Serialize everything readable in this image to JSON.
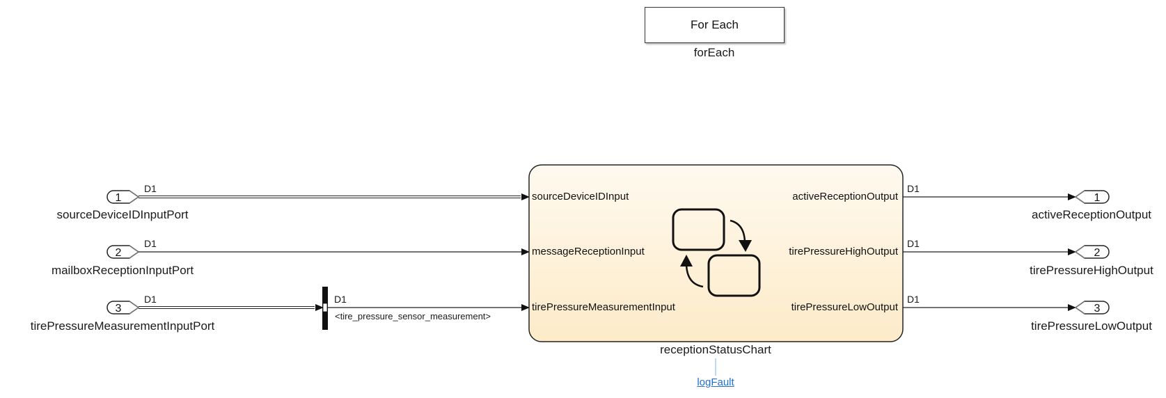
{
  "for_each": {
    "block_text": "For Each",
    "name": "forEach"
  },
  "inports": [
    {
      "number": "1",
      "name": "sourceDeviceIDInputPort",
      "signal_label": "D1"
    },
    {
      "number": "2",
      "name": "mailboxReceptionInputPort",
      "signal_label": "D1"
    },
    {
      "number": "3",
      "name": "tirePressureMeasurementInputPort",
      "signal_label": "D1"
    }
  ],
  "bus_selector": {
    "signal_label": "D1",
    "selected_signal": "<tire_pressure_sensor_measurement>"
  },
  "chart": {
    "name": "receptionStatusChart",
    "inputs": [
      "sourceDeviceIDInput",
      "messageReceptionInput",
      "tirePressureMeasurementInput"
    ],
    "outputs": [
      "activeReceptionOutput",
      "tirePressureHighOutput",
      "tirePressureLowOutput"
    ],
    "output_signal_labels": [
      "D1",
      "D1",
      "D1"
    ],
    "link": "logFault"
  },
  "outports": [
    {
      "number": "1",
      "name": "activeReceptionOutput"
    },
    {
      "number": "2",
      "name": "tirePressureHighOutput"
    },
    {
      "number": "3",
      "name": "tirePressureLowOutput"
    }
  ],
  "colors": {
    "chart_top": "#fef9ef",
    "chart_bottom": "#fdebc9",
    "link": "#1f6fd1",
    "line": "#222222"
  }
}
